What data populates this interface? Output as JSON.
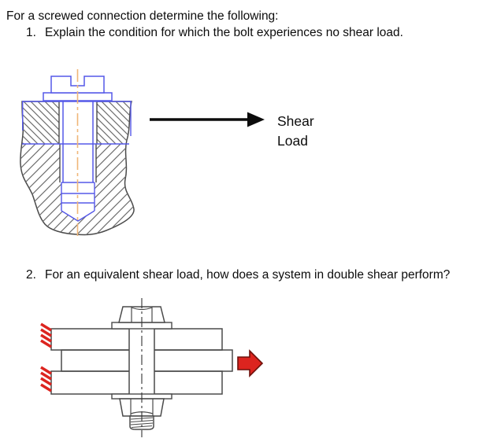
{
  "intro": "For a screwed connection determine the following:",
  "questions": [
    {
      "number": "1.",
      "text": "Explain the condition for which the bolt experiences no shear load."
    },
    {
      "number": "2.",
      "text": "For an equivalent shear load, how does a system in double shear perform?"
    }
  ],
  "figure1_label": {
    "line1": "Shear",
    "line2": "Load"
  },
  "colors": {
    "background": "#ffffff",
    "text_color": "#0c0c0c",
    "screw_blue": "#5558e8",
    "centerline_orange": "#f0b678",
    "outline_dark": "#4a4a4a",
    "hatch_gray": "#6b6b6b",
    "arrow_red": "#dc241f",
    "arrow_red_dark": "#6e100b"
  }
}
